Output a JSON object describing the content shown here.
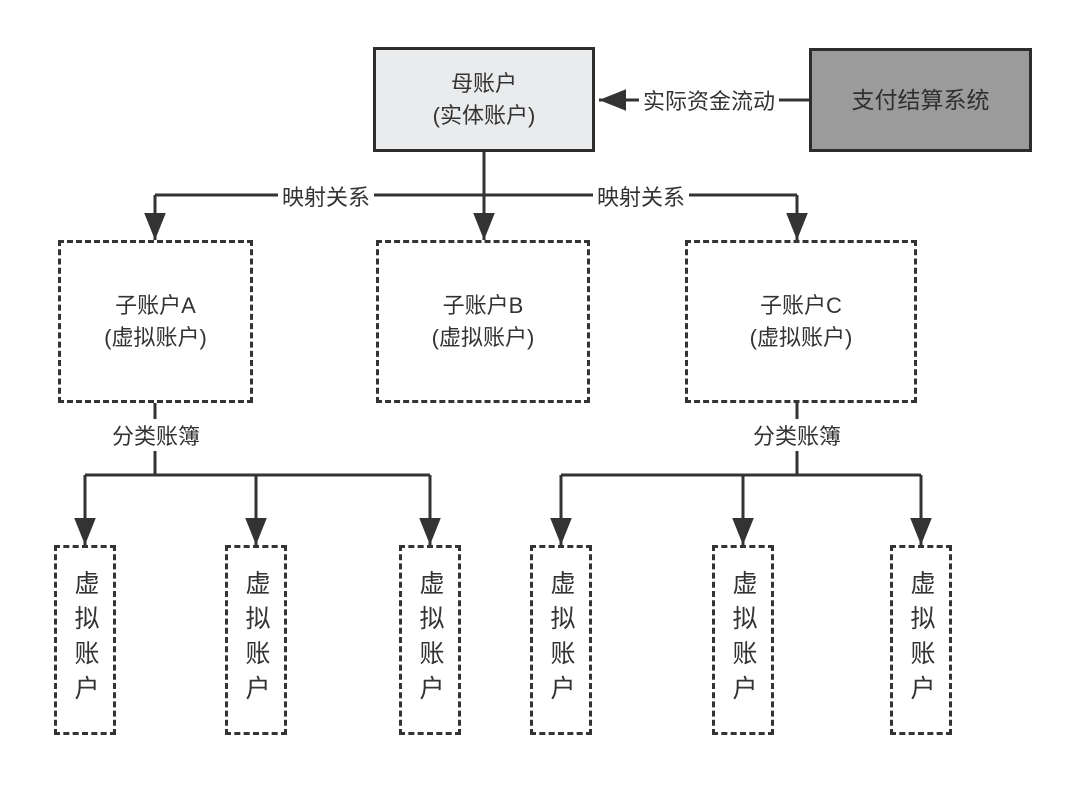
{
  "diagram": {
    "colors": {
      "background": "#ffffff",
      "line": "#333333",
      "text": "#333333",
      "parent_fill": "#e9ebed",
      "system_fill": "#9b9b9b"
    },
    "nodes": {
      "parent_account": {
        "line1": "母账户",
        "line2": "(实体账户)"
      },
      "payment_system": {
        "label": "支付结算系统"
      },
      "sub_account_a": {
        "line1": "子账户A",
        "line2": "(虚拟账户)"
      },
      "sub_account_b": {
        "line1": "子账户B",
        "line2": "(虚拟账户)"
      },
      "sub_account_c": {
        "line1": "子账户C",
        "line2": "(虚拟账户)"
      },
      "virtual_accounts": [
        "虚拟账户",
        "虚拟账户",
        "虚拟账户",
        "虚拟账户",
        "虚拟账户",
        "虚拟账户"
      ]
    },
    "edge_labels": {
      "fund_flow": "实际资金流动",
      "mapping_left": "映射关系",
      "mapping_right": "映射关系",
      "ledger_left": "分类账簿",
      "ledger_right": "分类账簿"
    }
  }
}
